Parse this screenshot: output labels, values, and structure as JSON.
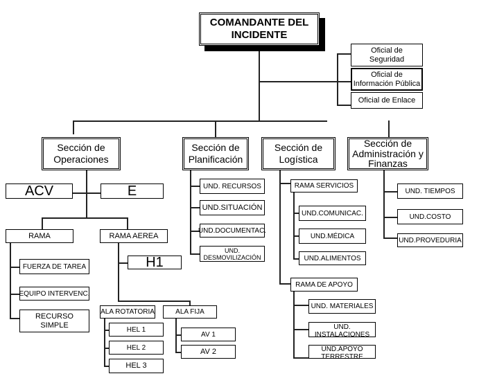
{
  "commander": {
    "label": "COMANDANTE DEL\nINCIDENTE"
  },
  "staff": [
    {
      "label": "Oficial de\nSeguridad"
    },
    {
      "label": "Oficial de\nInformación Pública"
    },
    {
      "label": "Oficial de Enlace"
    }
  ],
  "sections": {
    "operaciones": {
      "label": "Sección de\nOperaciones",
      "side_units": [
        {
          "label": "ACV"
        },
        {
          "label": "E"
        }
      ],
      "rama": {
        "label": "RAMA",
        "children": [
          {
            "label": "FUERZA DE TAREA"
          },
          {
            "label": "EQUIPO INTERVENC."
          },
          {
            "label": "RECURSO\nSIMPLE"
          }
        ]
      },
      "rama_aerea": {
        "label": "RAMA AEREA",
        "h1": {
          "label": "H1"
        },
        "ala_rotatoria": {
          "label": "ALA ROTATORIA",
          "children": [
            {
              "label": "HEL 1"
            },
            {
              "label": "HEL 2"
            },
            {
              "label": "HEL 3"
            }
          ]
        },
        "ala_fija": {
          "label": "ALA FIJA",
          "children": [
            {
              "label": "AV 1"
            },
            {
              "label": "AV 2"
            }
          ]
        }
      }
    },
    "planificacion": {
      "label": "Sección de\nPlanificación",
      "children": [
        {
          "label": "UND. RECURSOS"
        },
        {
          "label": "UND.SITUACIÓN"
        },
        {
          "label": "UND.DOCUMENTAC."
        },
        {
          "label": "UND.\nDESMOVILIZACIÓN"
        }
      ]
    },
    "logistica": {
      "label": "Sección de\nLogística",
      "rama_servicios": {
        "label": "RAMA SERVICIOS",
        "children": [
          {
            "label": "UND.COMUNICAC."
          },
          {
            "label": "UND.MÉDICA"
          },
          {
            "label": "UND.ALIMENTOS"
          }
        ]
      },
      "rama_apoyo": {
        "label": "RAMA DE APOYO",
        "children": [
          {
            "label": "UND. MATERIALES"
          },
          {
            "label": "UND.\nINSTALACIONES"
          },
          {
            "label": "UND.APOYO\nTERRESTRE"
          }
        ]
      }
    },
    "administracion": {
      "label": "Sección de\nAdministración y\nFinanzas",
      "children": [
        {
          "label": "UND. TIEMPOS"
        },
        {
          "label": "UND.COSTO"
        },
        {
          "label": "UND.PROVEDURIA"
        }
      ]
    }
  }
}
